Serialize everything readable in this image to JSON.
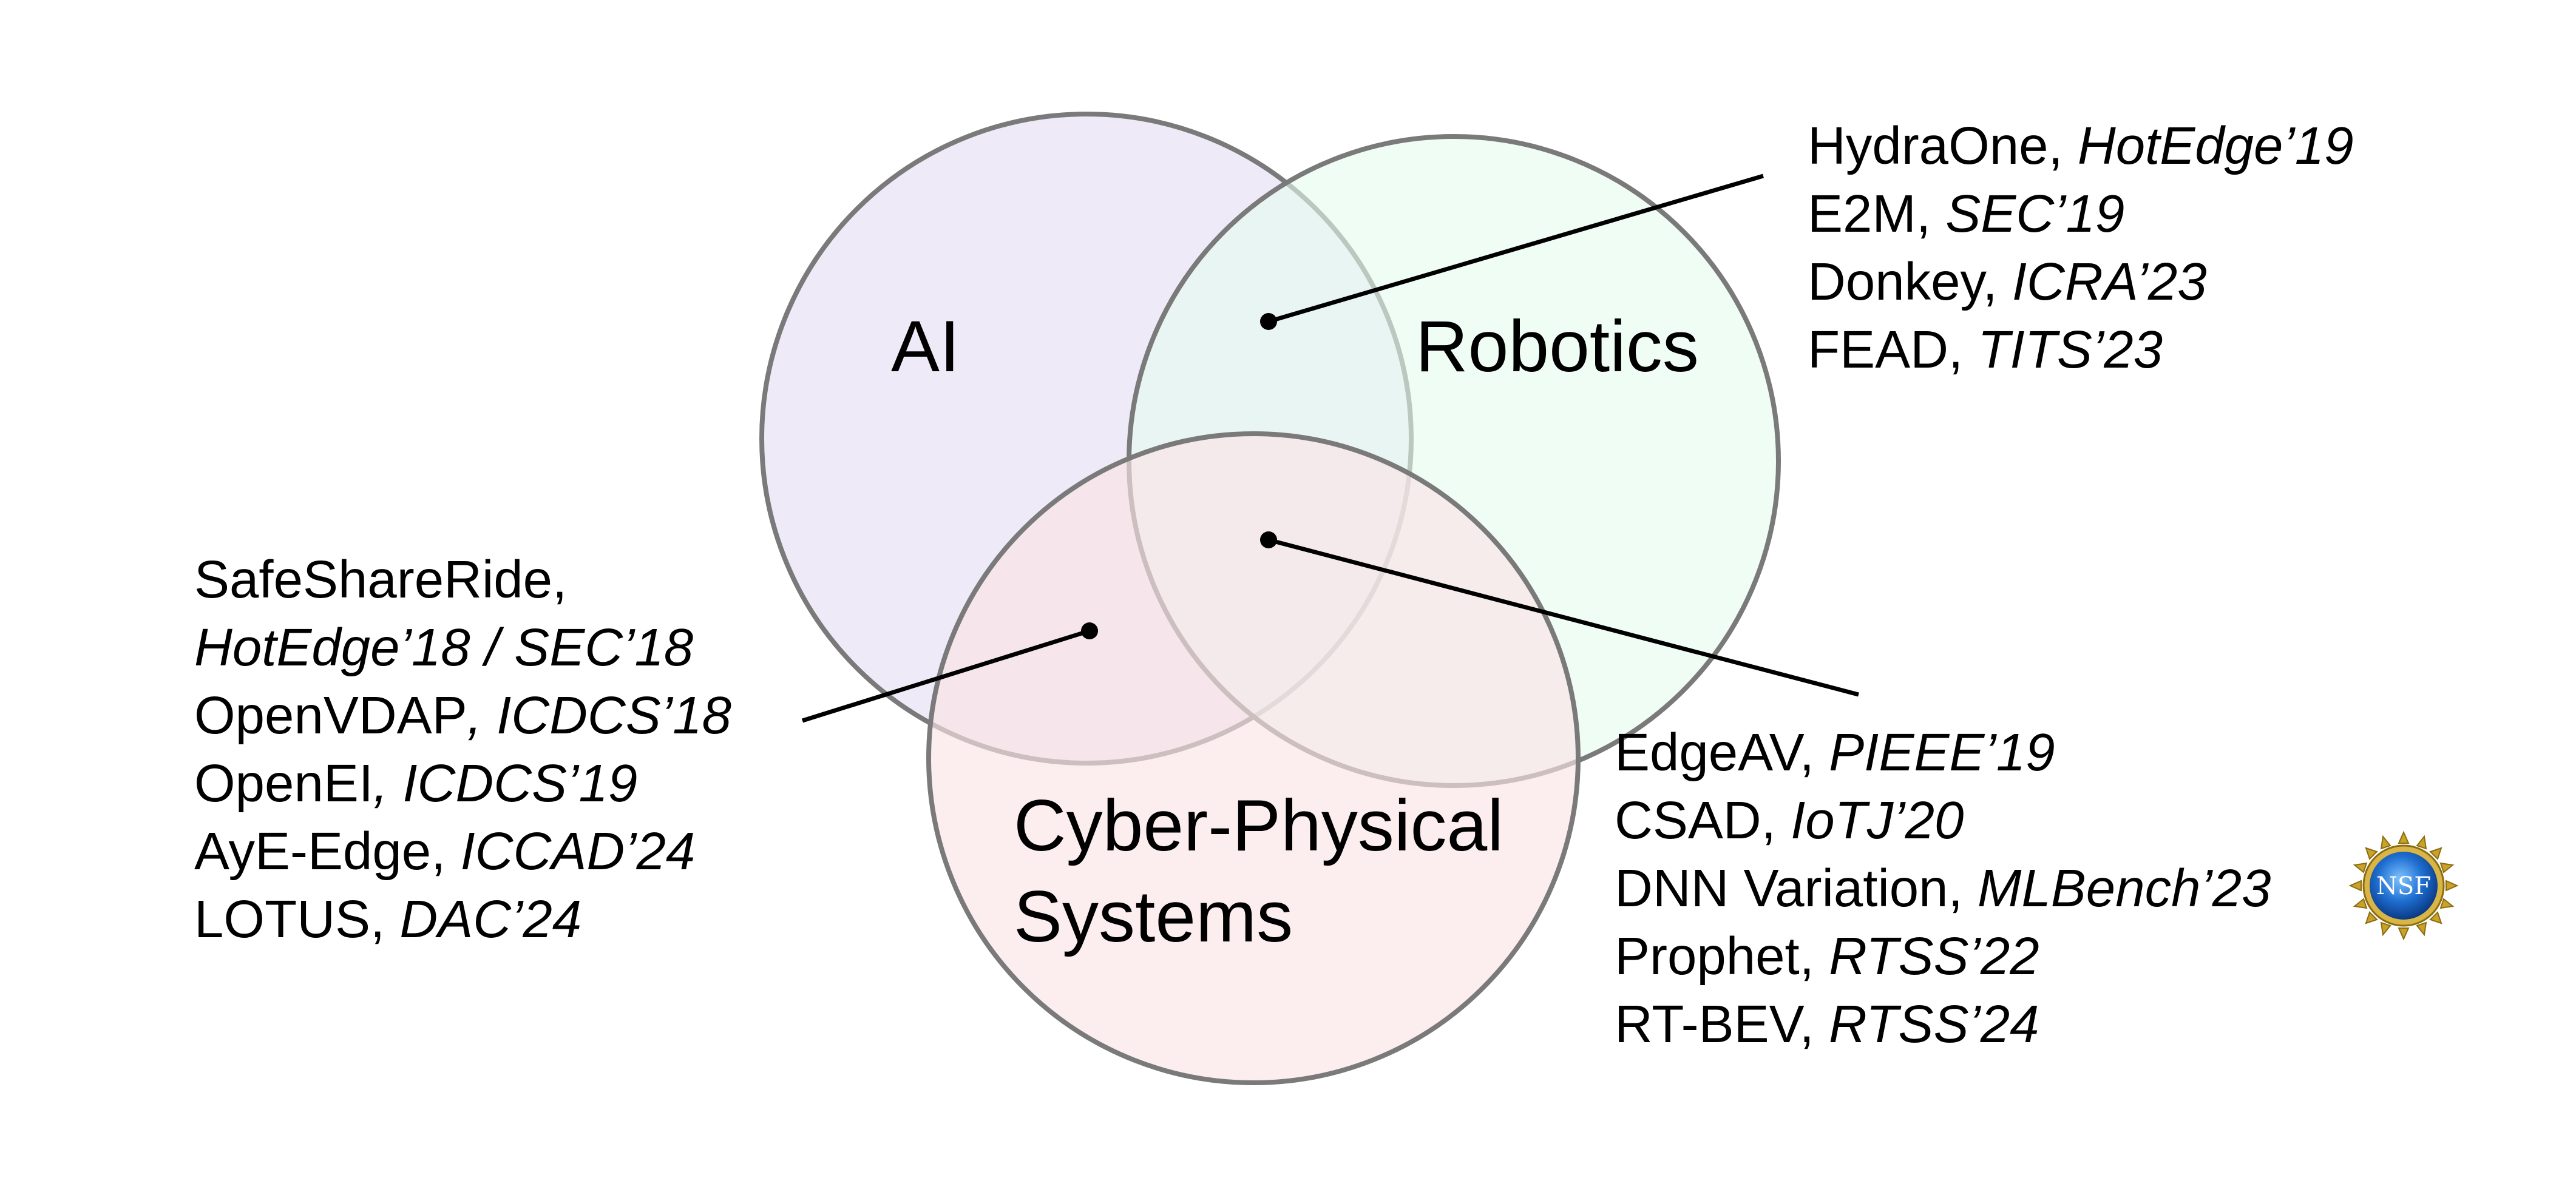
{
  "colors": {
    "ai_fill": "#ece8f6",
    "robotics_fill": "#e6fbee",
    "cps_fill": "#fbe3e6",
    "outline": "#7a7a7a",
    "leader": "#000000"
  },
  "sets": {
    "ai": "AI",
    "robotics": "Robotics",
    "cps_line1": "Cyber-Physical",
    "cps_line2": "Systems"
  },
  "groups": {
    "ai_robotics": [
      {
        "name": "HydraOne, ",
        "venue": "HotEdge’19"
      },
      {
        "name": "E2M, ",
        "venue": "SEC’19"
      },
      {
        "name": "Donkey, ",
        "venue": "ICRA’23"
      },
      {
        "name": "FEAD, ",
        "venue": "TITS’23"
      }
    ],
    "ai_cps": [
      {
        "name": "SafeShareRide,",
        "venue": ""
      },
      {
        "name": "",
        "venue": "HotEdge’18 / SEC’18"
      },
      {
        "name": "OpenVDAP",
        "venue": ", ICDCS’18"
      },
      {
        "name": "OpenEI",
        "venue": ", ICDCS’19"
      },
      {
        "name": "AyE-Edge, ",
        "venue": "ICCAD’24"
      },
      {
        "name": "LOTUS, ",
        "venue": "DAC’24"
      }
    ],
    "all_three": [
      {
        "name": "EdgeAV, ",
        "venue": "PIEEE’19"
      },
      {
        "name": "CSAD, ",
        "venue": "IoTJ’20"
      },
      {
        "name": "DNN Variation, ",
        "venue": "MLBench’23"
      },
      {
        "name": "Prophet, ",
        "venue": "RTSS’22"
      },
      {
        "name": "RT-BEV, ",
        "venue": "RTSS’24"
      }
    ]
  },
  "logo": {
    "text": "NSF"
  }
}
